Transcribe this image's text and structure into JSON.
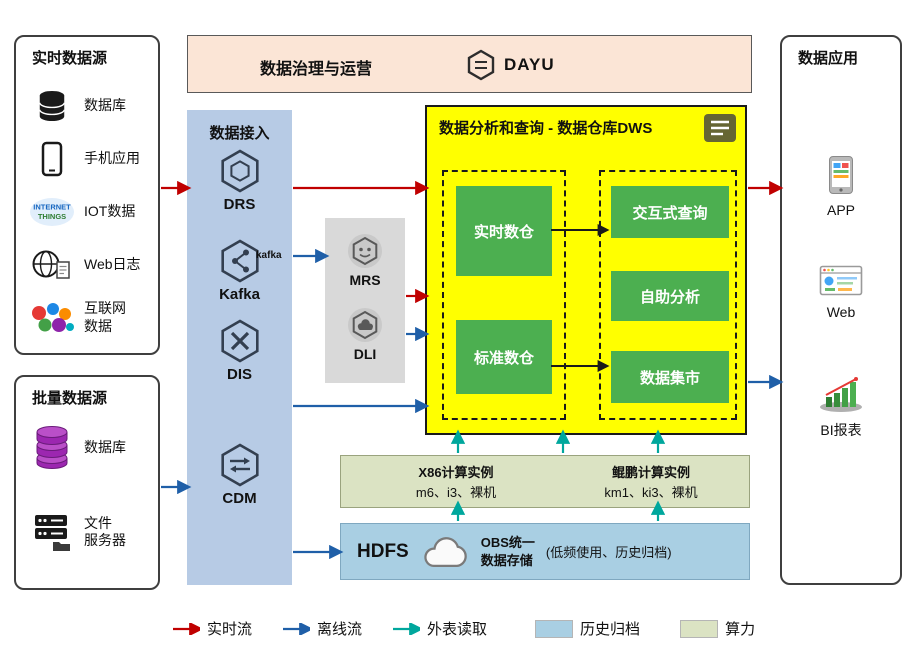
{
  "colors": {
    "realtime_flow": "#c00000",
    "offline_flow": "#1f5fa8",
    "external_read": "#00a79d",
    "history_archive": "#a9cfe3",
    "compute_power": "#dbe3c3",
    "dws_bg": "#ffff00",
    "green_box": "#4caf50",
    "ingestion_bg": "#b7cbe5",
    "processing_bg": "#d9d9d9",
    "banner_bg": "#fbe5d6"
  },
  "banner": {
    "title": "数据治理与运营",
    "logo_text": "DAYU"
  },
  "realtime_sources": {
    "title": "实时数据源",
    "items": [
      {
        "label": "数据库",
        "icon": "database-icon"
      },
      {
        "label": "手机应用",
        "icon": "mobile-icon"
      },
      {
        "label": "IOT数据",
        "icon": "iot-icon"
      },
      {
        "label": "Web日志",
        "icon": "web-log-icon"
      },
      {
        "label": "互联网\n数据",
        "icon": "internet-data-icon"
      }
    ]
  },
  "batch_sources": {
    "title": "批量数据源",
    "items": [
      {
        "label": "数据库",
        "icon": "batch-database-icon"
      },
      {
        "label": "文件\n服务器",
        "icon": "file-server-icon"
      }
    ]
  },
  "ingestion": {
    "title": "数据接入",
    "items": [
      {
        "label": "DRS"
      },
      {
        "label": "Kafka",
        "brand": "kafka"
      },
      {
        "label": "DIS"
      },
      {
        "label": "CDM"
      }
    ]
  },
  "processing": {
    "items": [
      {
        "label": "MRS"
      },
      {
        "label": "DLI"
      }
    ]
  },
  "dws": {
    "title": "数据分析和查询 - 数据仓库DWS",
    "warehouses": [
      {
        "label": "实时数仓"
      },
      {
        "label": "标准数仓"
      }
    ],
    "services": [
      {
        "label": "交互式查询"
      },
      {
        "label": "自助分析"
      },
      {
        "label": "数据集市"
      }
    ]
  },
  "compute": {
    "groups": [
      {
        "title": "X86计算实例",
        "subtitle": "m6、i3、裸机"
      },
      {
        "title": "鲲鹏计算实例",
        "subtitle": "km1、ki3、裸机"
      }
    ]
  },
  "storage": {
    "hdfs_label": "HDFS",
    "obs_label": "OBS统一\n数据存储",
    "note": "(低频使用、历史归档)"
  },
  "applications": {
    "title": "数据应用",
    "items": [
      {
        "label": "APP",
        "icon": "app-icon"
      },
      {
        "label": "Web",
        "icon": "web-icon"
      },
      {
        "label": "BI报表",
        "icon": "bi-icon"
      }
    ]
  },
  "legend": {
    "items": [
      {
        "label": "实时流",
        "type": "arrow"
      },
      {
        "label": "离线流",
        "type": "arrow"
      },
      {
        "label": "外表读取",
        "type": "arrow"
      },
      {
        "label": "历史归档",
        "type": "swatch"
      },
      {
        "label": "算力",
        "type": "swatch"
      }
    ]
  }
}
